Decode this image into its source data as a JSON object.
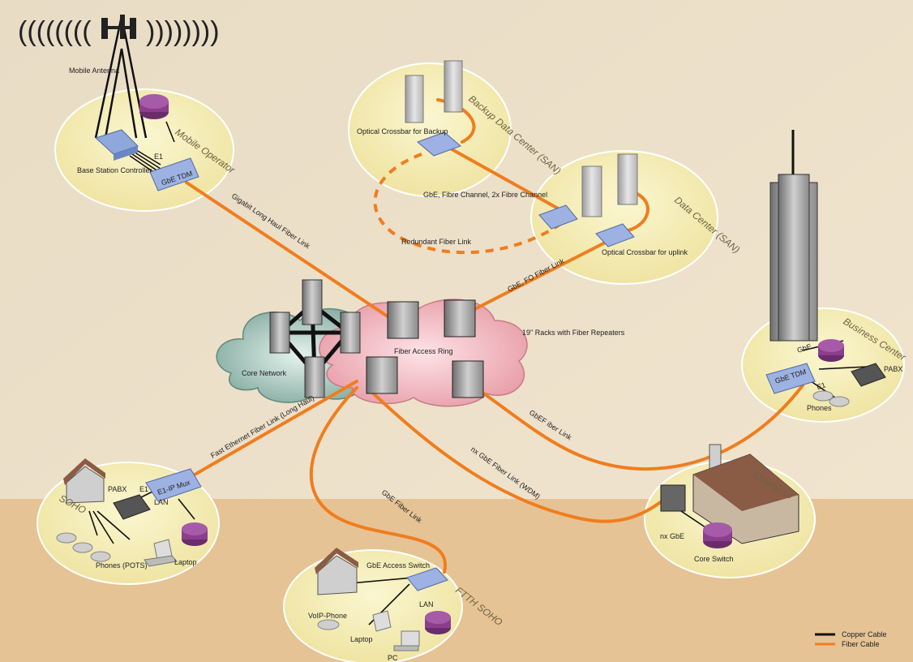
{
  "zones": {
    "mobile_operator": "Mobile Operator",
    "backup_data_center": "Backup Data Center (SAN)",
    "data_center": "Data Center (SAN)",
    "business_center": "Business Center",
    "soho": "SOHO",
    "ftth_soho": "FTTH SOHO",
    "enterprise": "Enterprise",
    "core_network": "Core Network",
    "fiber_access_ring": "Fiber Access Ring"
  },
  "devices": {
    "mobile_antenna": "Mobile Antenna",
    "base_station_controller": "Base Station Controller",
    "e1_mobile": "E1",
    "gbe_tdm": "GbE TDM",
    "optical_crossbar_backup": "Optical Crossbar for Backup",
    "optical_crossbar_uplink": "Optical Crossbar for uplink",
    "racks": "19\" Racks with Fiber Repeaters",
    "pabx_business": "PABX",
    "gbe_business": "GbE",
    "e1_business": "E1",
    "gbe_tdm_business": "GbE TDM",
    "phones_business": "Phones",
    "pabx_soho": "PABX",
    "e1_soho": "E1",
    "lan_soho": "LAN",
    "mux": "E1-IP Mux",
    "phones_pots": "Phones (POTS)",
    "laptop_soho": "Laptop",
    "gbe_access_switch": "GbE Access Switch",
    "lan_ftth": "LAN",
    "voip_phone": "VoIP-Phone",
    "laptop_ftth": "Laptop",
    "pc": "PC",
    "nx_gbe": "nx GbE",
    "core_switch": "Core Switch"
  },
  "links": {
    "long_haul": "Gigabit Long Haul Fiber Link",
    "san_links": "GbE, Fibre Channel, 2x Fibre Channel",
    "redundant": "Redundant Fiber Link",
    "gbe_fo": "GbE, FO Fiber Link",
    "fast_ethernet": "Fast Ethernet Fiber Link (Long Haul)",
    "gbe_fiber_link": "GbE Fiber Link",
    "nx_gbe_wdm": "nx GbE Fiber Link (WDM)",
    "gbef_iber": "GbEF iber Link"
  },
  "legend": [
    {
      "label": "Copper Cable",
      "color": "#111111"
    },
    {
      "label": "Fiber Cable",
      "color": "#f07d1e"
    }
  ],
  "colors": {
    "fiber": "#f07d1e",
    "copper": "#111111",
    "zone_fill": "#f6efb4",
    "router": "#8a3e8c",
    "switch": "#8fa8dc"
  }
}
